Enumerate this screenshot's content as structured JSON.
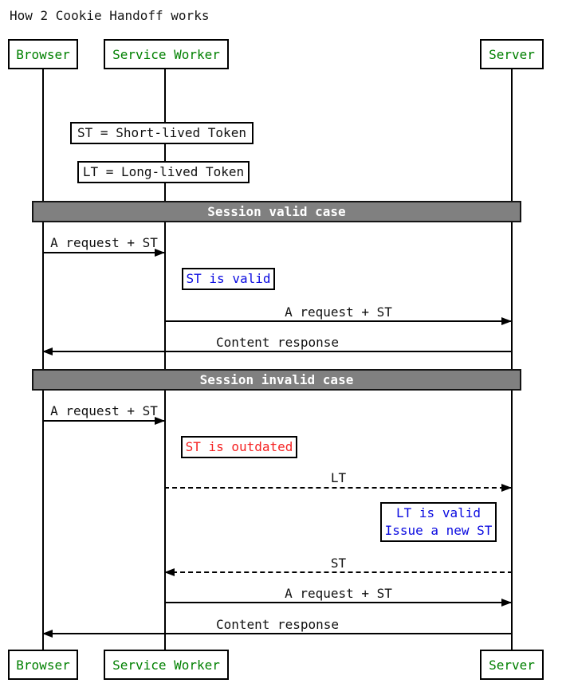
{
  "title": "How 2 Cookie Handoff works",
  "participants": {
    "browser": "Browser",
    "service_worker": "Service Worker",
    "server": "Server"
  },
  "dividers": {
    "valid": "Session valid case",
    "invalid": "Session invalid case"
  },
  "notes": {
    "st_def": "ST = Short-lived Token",
    "lt_def": "LT = Long-lived Token",
    "st_valid": "ST is valid",
    "st_outdated": "ST is outdated",
    "lt_valid_line1": "LT is valid",
    "lt_valid_line2": "Issue a new ST"
  },
  "messages": {
    "m1": {
      "label": "A request + ST",
      "from": "Browser",
      "to": "Service Worker",
      "line": "solid"
    },
    "m2": {
      "label": "A request + ST",
      "from": "Service Worker",
      "to": "Server",
      "line": "solid"
    },
    "m3": {
      "label": "Content response",
      "from": "Server",
      "to": "Browser",
      "line": "solid"
    },
    "m4": {
      "label": "A request + ST",
      "from": "Browser",
      "to": "Service Worker",
      "line": "solid"
    },
    "m5": {
      "label": "LT",
      "from": "Service Worker",
      "to": "Server",
      "line": "dashed"
    },
    "m6": {
      "label": "ST",
      "from": "Server",
      "to": "Service Worker",
      "line": "dashed"
    },
    "m7": {
      "label": "A request + ST",
      "from": "Service Worker",
      "to": "Server",
      "line": "solid"
    },
    "m8": {
      "label": "Content response",
      "from": "Server",
      "to": "Browser",
      "line": "solid"
    }
  },
  "colors": {
    "green": "#008000",
    "blue": "#0a0ae0",
    "red": "#f52222",
    "divider-bg": "#808080",
    "divider-text": "#ffffff",
    "line": "#000000"
  }
}
